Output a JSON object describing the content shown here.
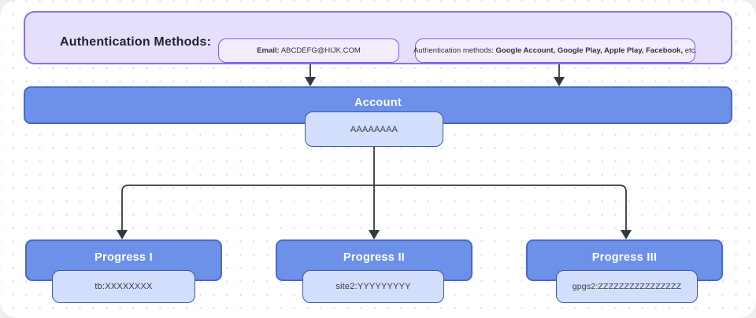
{
  "header": {
    "title": "Authentication Methods:",
    "email_chip": {
      "label_bold": "Email:",
      "label_rest": " ABCDEFG@HIJK.COM"
    },
    "methods_chip": {
      "prefix": "Authentication methods: ",
      "bold": "Google Account, Google Play, Apple Play, Facebook,",
      "suffix": " etc."
    }
  },
  "account": {
    "title": "Account",
    "value": "AAAAAAAA"
  },
  "progress": [
    {
      "title": "Progress I",
      "value": "tb:XXXXXXXX"
    },
    {
      "title": "Progress II",
      "value": "site2:YYYYYYYYY"
    },
    {
      "title": "Progress III",
      "value": "gpgs2:ZZZZZZZZZZZZZZZZ"
    }
  ],
  "icons": {
    "arrow_down": "arrow-down"
  },
  "colors": {
    "node_blue": "#6d90e9",
    "node_blue_border": "#4a68c9",
    "value_blue": "#d2defb",
    "value_blue_border": "#3c57a9",
    "lavender": "#e6dffb",
    "purple_border": "#8a70e8",
    "chip_fill": "#f1ecfe",
    "chip_border": "#7c5fe8",
    "connector": "#35393f",
    "dot_grid": "#dcdce6"
  }
}
